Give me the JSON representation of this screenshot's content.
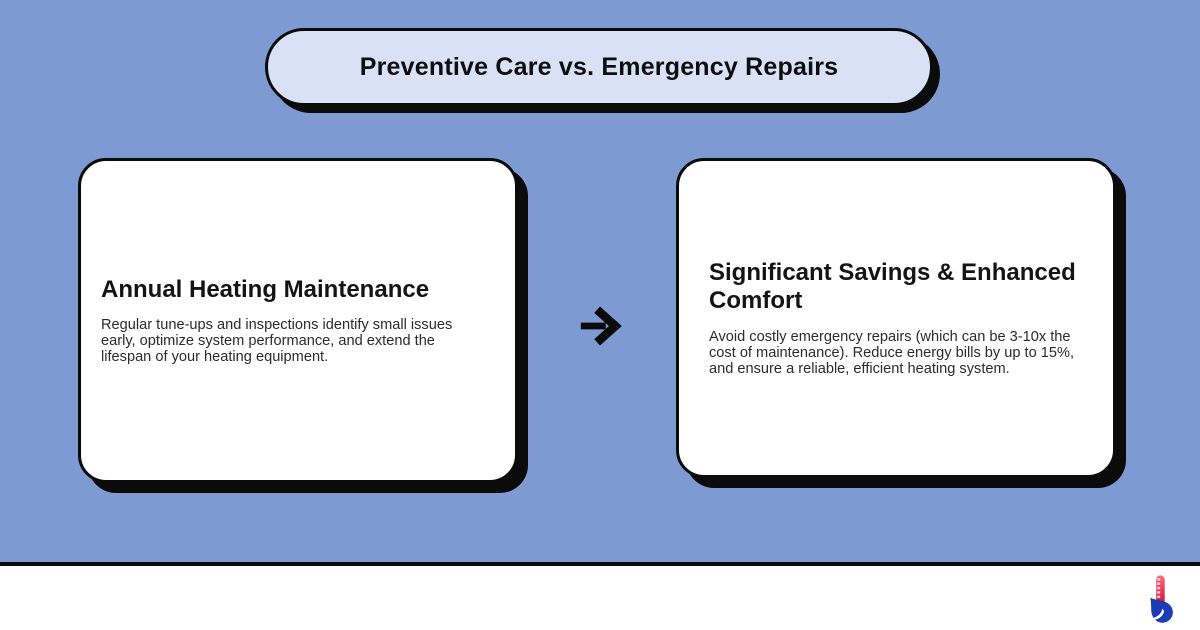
{
  "title": "Preventive Care vs. Emergency Repairs",
  "cards": [
    {
      "heading": "Annual Heating Maintenance",
      "body": "Regular tune-ups and inspections identify small issues early, optimize system performance, and extend the lifespan of your heating equipment."
    },
    {
      "heading": "Significant Savings & Enhanced Comfort",
      "body": "Avoid costly emergency repairs (which can be 3-10x the cost of maintenance). Reduce energy bills by up to 15%, and ensure a reliable, efficient heating system."
    }
  ],
  "arrow": {
    "icon": "right-arrow-icon",
    "direction": "right"
  },
  "footer": {
    "logo_icon": "thermometer-droplet-logo"
  },
  "colors": {
    "background": "#7d9ad2",
    "pill_fill": "#d8e1f6",
    "card_fill": "#ffffff",
    "outline": "#0b0b0b",
    "arrow": "#0b0b0b",
    "footer_bg": "#ffffff",
    "logo_red": "#e2293f",
    "logo_red_light": "#ffd2d8",
    "logo_blue": "#1c3cb5"
  }
}
